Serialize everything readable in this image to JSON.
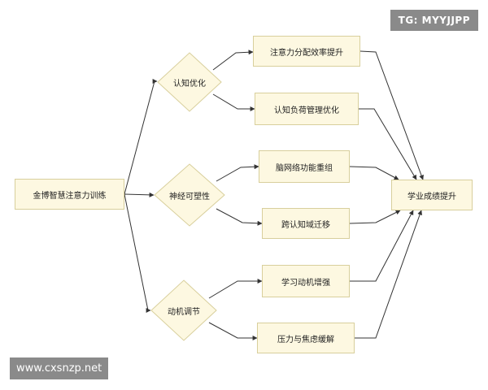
{
  "diagram": {
    "root": "金博智慧注意力训练",
    "branches": [
      {
        "label": "认知优化",
        "children": [
          "注意力分配效率提升",
          "认知负荷管理优化"
        ]
      },
      {
        "label": "神经可塑性",
        "children": [
          "脑网络功能重组",
          "跨认知域迁移"
        ]
      },
      {
        "label": "动机调节",
        "children": [
          "学习动机增强",
          "压力与焦虑缓解"
        ]
      }
    ],
    "result": "学业成绩提升"
  },
  "colors": {
    "node_fill": "#fdf8e1",
    "node_border": "#d8cf9c",
    "edge": "#333333"
  },
  "watermarks": {
    "top_right": "TG: MYYJJPP",
    "bottom_left": "www.cxsnzp.net"
  }
}
